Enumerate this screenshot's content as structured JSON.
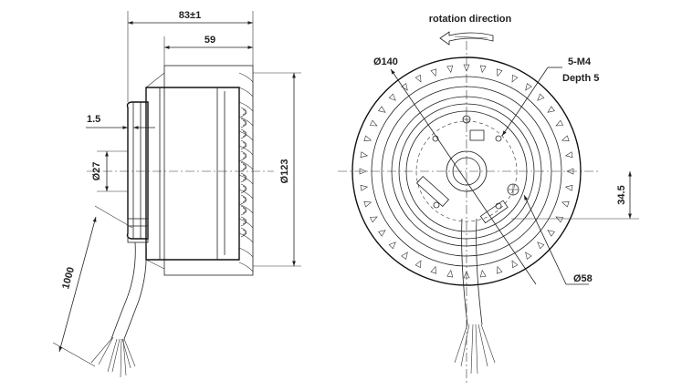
{
  "side_view": {
    "overall_length": "83±1",
    "impeller_length": "59",
    "flange_thickness": "1.5",
    "hub_diameter": "Ø27",
    "outer_diameter": "Ø123",
    "cable_length": "1000"
  },
  "front_view": {
    "rotation_label": "rotation direction",
    "impeller_diameter": "Ø140",
    "mounting_thread": "5-M4",
    "thread_depth": "Depth 5",
    "offset": "34.5",
    "bolt_circle": "Ø58"
  }
}
